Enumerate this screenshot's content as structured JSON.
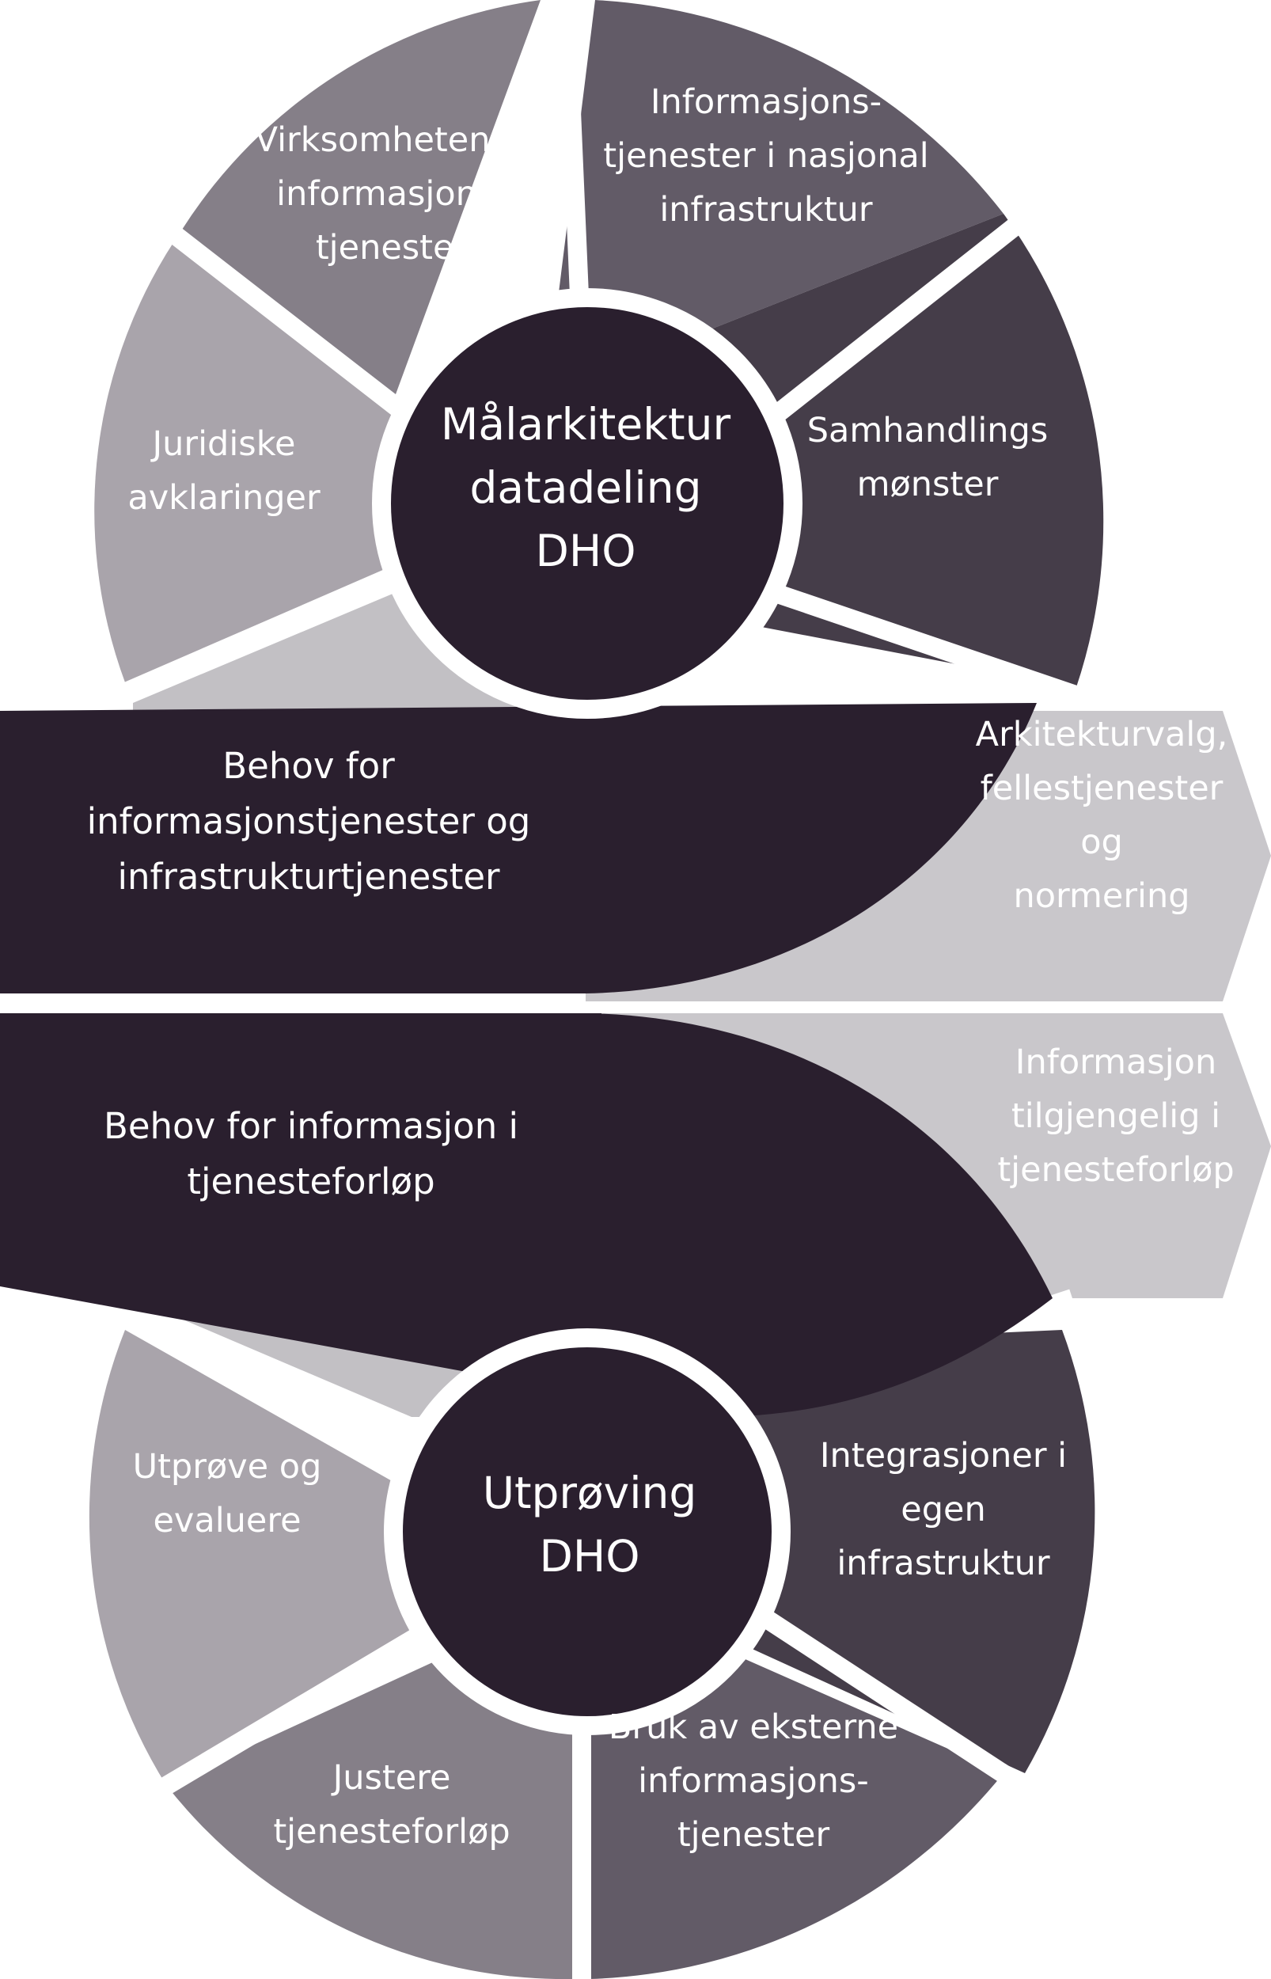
{
  "colors": {
    "hub": "#2a1f2e",
    "band": "#2a1f2e",
    "arrow": "#c9c7cb",
    "light_wedge": "#c2c0c4",
    "seg_darkest": "#453d49",
    "seg_dark": "#625b67",
    "seg_mid": "#857f88",
    "seg_light": "#a9a4ab",
    "gap": "#ffffff"
  },
  "top_cycle": {
    "hub": {
      "lines": [
        "Målarkitektur",
        "datadeling",
        "DHO"
      ]
    },
    "segments": [
      {
        "name": "juridiske",
        "lines": [
          "Juridiske",
          "avklaringer"
        ]
      },
      {
        "name": "virksomhetenes",
        "lines": [
          "Virksomhetenes",
          "informasjons-",
          "tjenester"
        ]
      },
      {
        "name": "nasjonal",
        "lines": [
          "Informasjons-",
          "tjenester i nasjonal",
          "infrastruktur"
        ]
      },
      {
        "name": "samhandling",
        "lines": [
          "Samhandlings",
          "mønster"
        ]
      }
    ]
  },
  "bottom_cycle": {
    "hub": {
      "lines": [
        "Utprøving",
        "DHO"
      ]
    },
    "segments": [
      {
        "name": "integrasjoner",
        "lines": [
          "Integrasjoner i",
          "egen",
          "infrastruktur"
        ]
      },
      {
        "name": "eksterne",
        "lines": [
          "Bruk av eksterne",
          "informasjons-",
          "tjenester"
        ]
      },
      {
        "name": "justere",
        "lines": [
          "Justere",
          "tjenesteforløp"
        ]
      },
      {
        "name": "utprove",
        "lines": [
          "Utprøve og",
          "evaluere"
        ]
      }
    ]
  },
  "bands": {
    "upper": {
      "lines": [
        "Behov for",
        "informasjonstjenester og",
        "infrastrukturtjenester"
      ]
    },
    "lower": {
      "lines": [
        "Behov for informasjon i",
        "tjenesteforløp"
      ]
    }
  },
  "arrows": {
    "upper": {
      "lines": [
        "Arkitekturvalg,",
        "fellestjenester",
        "og",
        "normering"
      ]
    },
    "lower": {
      "lines": [
        "Informasjon",
        "tilgjengelig i",
        "tjenesteforløp"
      ]
    }
  }
}
